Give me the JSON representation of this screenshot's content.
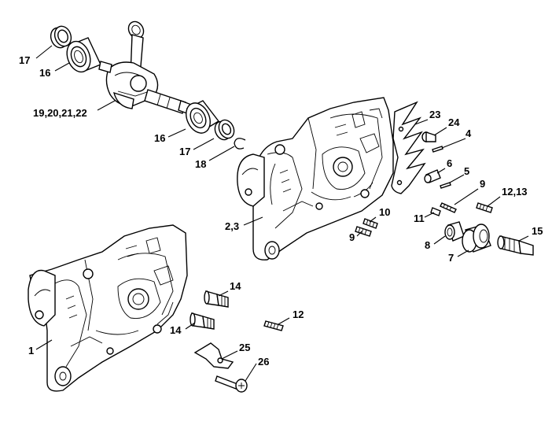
{
  "callouts": {
    "c17a": "17",
    "c16a": "16",
    "c19": "19,20,21,22",
    "c16b": "16",
    "c17b": "17",
    "c18": "18",
    "c23": "23",
    "c24": "24",
    "c4": "4",
    "c6": "6",
    "c5": "5",
    "c9a": "9",
    "c1213a": "12,13",
    "c10": "10",
    "c9b": "9",
    "c11": "11",
    "c15": "15",
    "c8": "8",
    "c7": "7",
    "c23b": "2,3",
    "c14a": "14",
    "c14b": "14",
    "c12b": "12",
    "c1": "1",
    "c25": "25",
    "c26": "26"
  }
}
